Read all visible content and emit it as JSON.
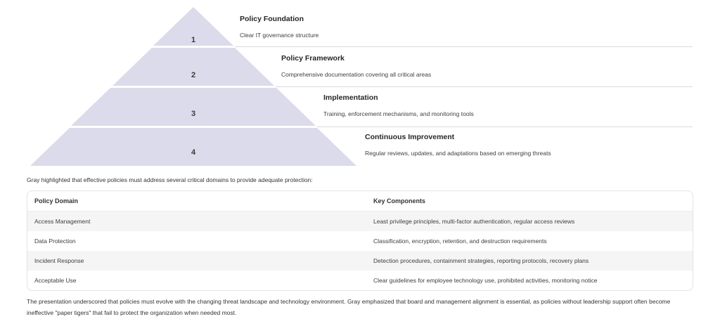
{
  "colors": {
    "pyramid_fill": "#dbdbeb",
    "row_stripe": "#f5f5f5"
  },
  "pyramid": {
    "levels": [
      {
        "number": "1",
        "title": "Policy Foundation",
        "description": "Clear IT governance structure"
      },
      {
        "number": "2",
        "title": "Policy Framework",
        "description": "Comprehensive documentation covering all critical areas"
      },
      {
        "number": "3",
        "title": "Implementation",
        "description": "Training, enforcement mechanisms, and monitoring tools"
      },
      {
        "number": "4",
        "title": "Continuous Improvement",
        "description": "Regular reviews, updates, and adaptations based on emerging threats"
      }
    ]
  },
  "intro_paragraph": "Gray highlighted that effective policies must address several critical domains to provide adequate protection:",
  "table": {
    "headers": [
      "Policy Domain",
      "Key Components"
    ],
    "rows": [
      [
        "Access Management",
        "Least privilege principles, multi-factor authentication, regular access reviews"
      ],
      [
        "Data Protection",
        "Classification, encryption, retention, and destruction requirements"
      ],
      [
        "Incident Response",
        "Detection procedures, containment strategies, reporting protocols, recovery plans"
      ],
      [
        "Acceptable Use",
        "Clear guidelines for employee technology use, prohibited activities, monitoring notice"
      ]
    ]
  },
  "closing_paragraph": "The presentation underscored that policies must evolve with the changing threat landscape and technology environment. Gray emphasized that board and management alignment is essential, as policies without leadership support often become ineffective \"paper tigers\" that fail to protect the organization when needed most."
}
